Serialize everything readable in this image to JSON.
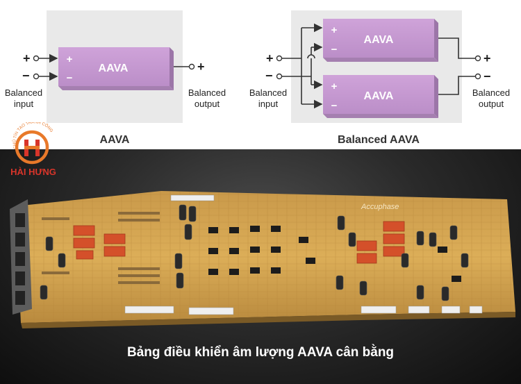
{
  "diagram_left": {
    "block_label": "AAVA",
    "plus": "+",
    "minus": "−",
    "input_label_1": "Balanced",
    "input_label_2": "input",
    "output_label_1": "Balanced",
    "output_label_2": "output",
    "caption": "AAVA"
  },
  "diagram_right": {
    "block_top_label": "AAVA",
    "block_bottom_label": "AAVA",
    "plus": "+",
    "minus": "−",
    "input_label_1": "Balanced",
    "input_label_2": "input",
    "output_label_1": "Balanced",
    "output_label_2": "output",
    "caption": "Balanced AAVA"
  },
  "logo": {
    "arc_text": "CHỦ TÍN TẠO THÀNH CÔNG",
    "name": "HÀI HƯNG",
    "colors": {
      "orange": "#e8792a",
      "red": "#d8352a"
    }
  },
  "photo": {
    "board_brand": "Accuphase"
  },
  "caption": "Bảng điều khiển âm lượng AAVA cân bằng",
  "colors": {
    "block_fill": "#c59ad0",
    "block_shadow": "#9c76a8",
    "panel": "#e8e8e8",
    "board": "#d6a84a"
  }
}
